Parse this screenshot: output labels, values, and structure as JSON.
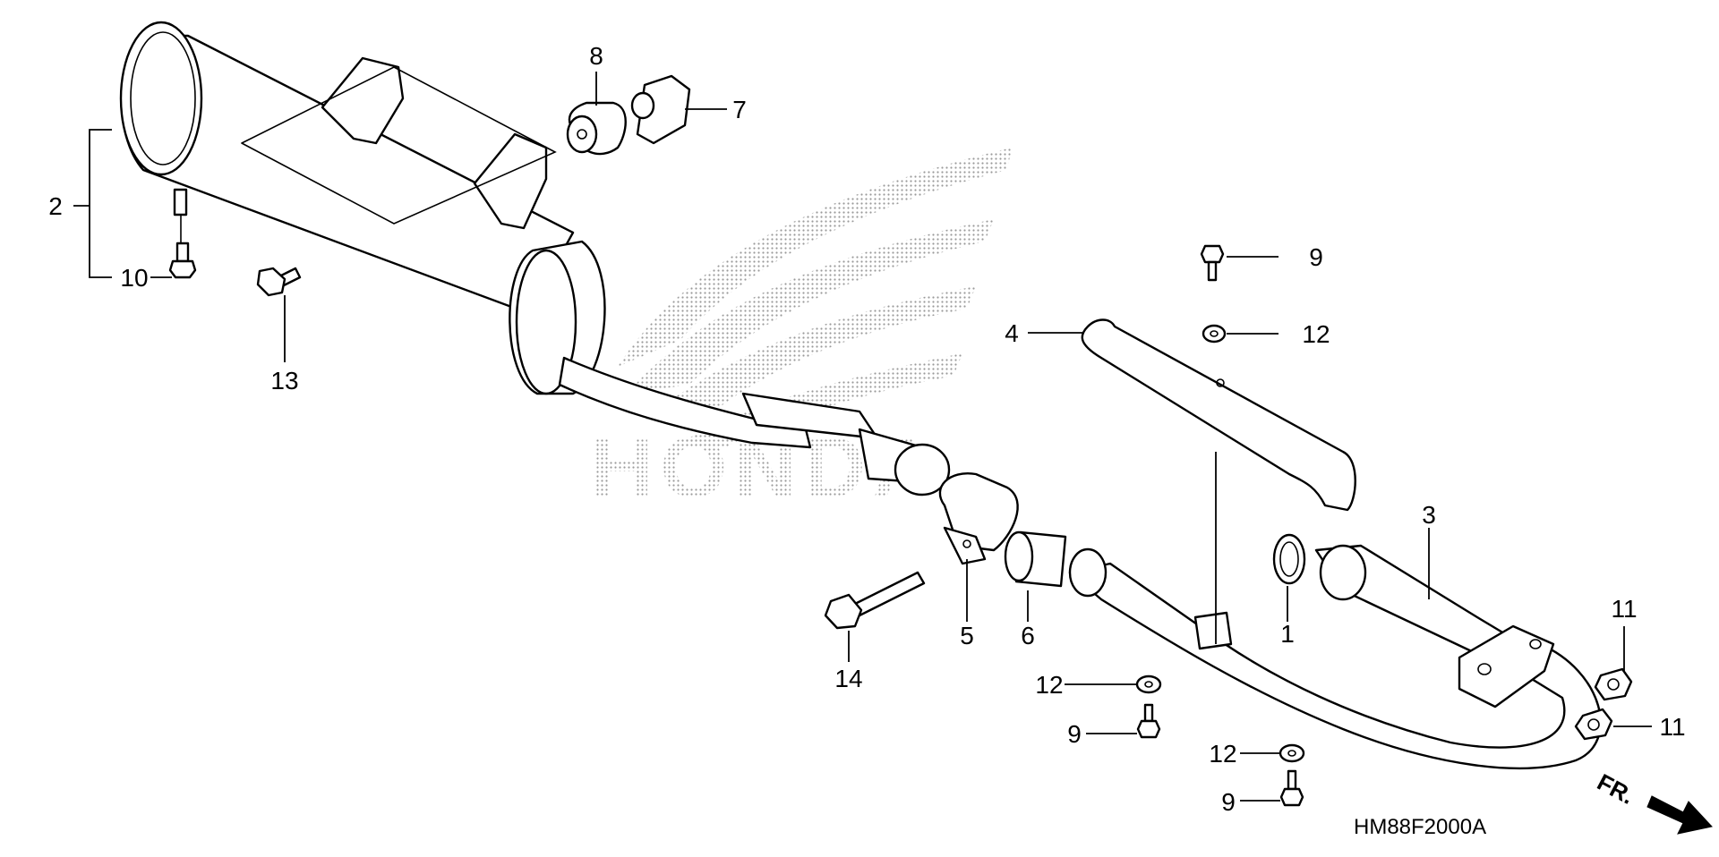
{
  "diagram": {
    "watermark": {
      "brand_text": "HONDA"
    },
    "callouts": {
      "c1": "1",
      "c2": "2",
      "c3": "3",
      "c4": "4",
      "c5": "5",
      "c6": "6",
      "c7": "7",
      "c8": "8",
      "c9a": "9",
      "c9b": "9",
      "c9c": "9",
      "c10": "10",
      "c11a": "11",
      "c11b": "11",
      "c12a": "12",
      "c12b": "12",
      "c12c": "12",
      "c13": "13",
      "c14": "14"
    },
    "figure_code": "HM88F2000A",
    "direction_label": "FR."
  }
}
